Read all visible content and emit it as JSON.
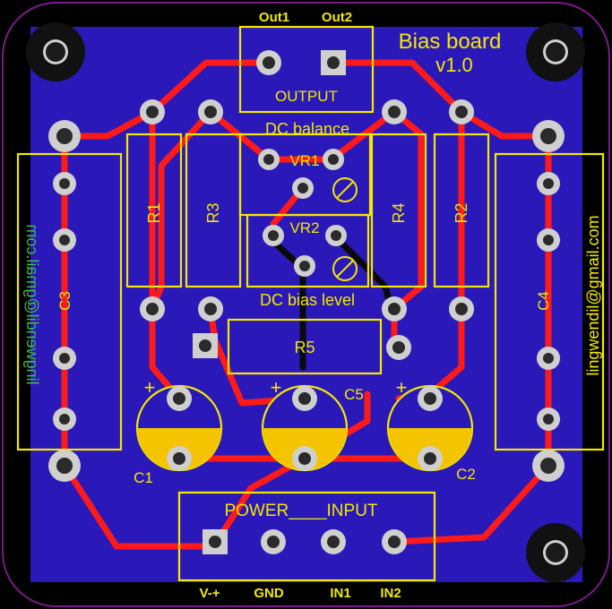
{
  "board": {
    "title": "Bias board",
    "version": "v1.0",
    "colors": {
      "background": "#000000",
      "board_fill": "#2a19b8",
      "outline": "#7a1a8a",
      "silkscreen": "#f3e800",
      "top_copper": "#ff1a1a",
      "pad": "#cfcfcf",
      "capacitor_fill": "#f5c400",
      "left_handwriting": "#3fbf3f"
    }
  },
  "connectors": {
    "output": {
      "label": "OUTPUT",
      "pins": [
        "Out1",
        "Out2"
      ]
    },
    "power_input": {
      "label": "POWER____INPUT",
      "pins": [
        "V-+",
        "GND",
        "IN1",
        "IN2"
      ]
    }
  },
  "labels": {
    "dc_balance": "DC balance",
    "dc_bias_level": "DC bias level"
  },
  "components": {
    "resistors": [
      "R1",
      "R3",
      "R4",
      "R2",
      "R5"
    ],
    "trimmers": [
      "VR1",
      "VR2"
    ],
    "capacitors": [
      "C1",
      "C5",
      "C2",
      "C3",
      "C4"
    ],
    "plus_sign": "+"
  },
  "side_text": {
    "left": "lingwendil@gmail.com",
    "right": "lingwendil@gmail.com"
  },
  "icons": [
    "mounting-hole-icon",
    "trimmer-screw-icon"
  ]
}
